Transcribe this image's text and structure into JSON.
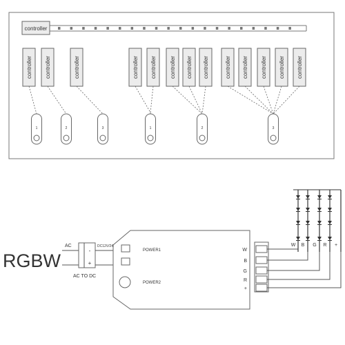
{
  "top_panel": {
    "strip_controller_label": "controller",
    "controller_label": "controller",
    "groups": [
      {
        "remote_number": "1",
        "controllers": 1
      },
      {
        "remote_number": "2",
        "controllers": 1
      },
      {
        "remote_number": "3",
        "controllers": 1
      },
      {
        "remote_number": "1",
        "controllers": 2
      },
      {
        "remote_number": "2",
        "controllers": 3
      },
      {
        "remote_number": "3",
        "controllers": 5
      }
    ]
  },
  "wiring": {
    "title": "RGBW",
    "ac_label": "AC",
    "adapter_label": "AC TO DC",
    "adapter_output_label": "DC12V/24V",
    "adapter_minus": "-",
    "adapter_plus": "+",
    "power1_label": "POWER1",
    "power2_label": "POWER2",
    "terminals": [
      "W",
      "B",
      "G",
      "R",
      "+"
    ],
    "strip_labels": [
      "W",
      "B",
      "G",
      "R",
      "+"
    ]
  }
}
